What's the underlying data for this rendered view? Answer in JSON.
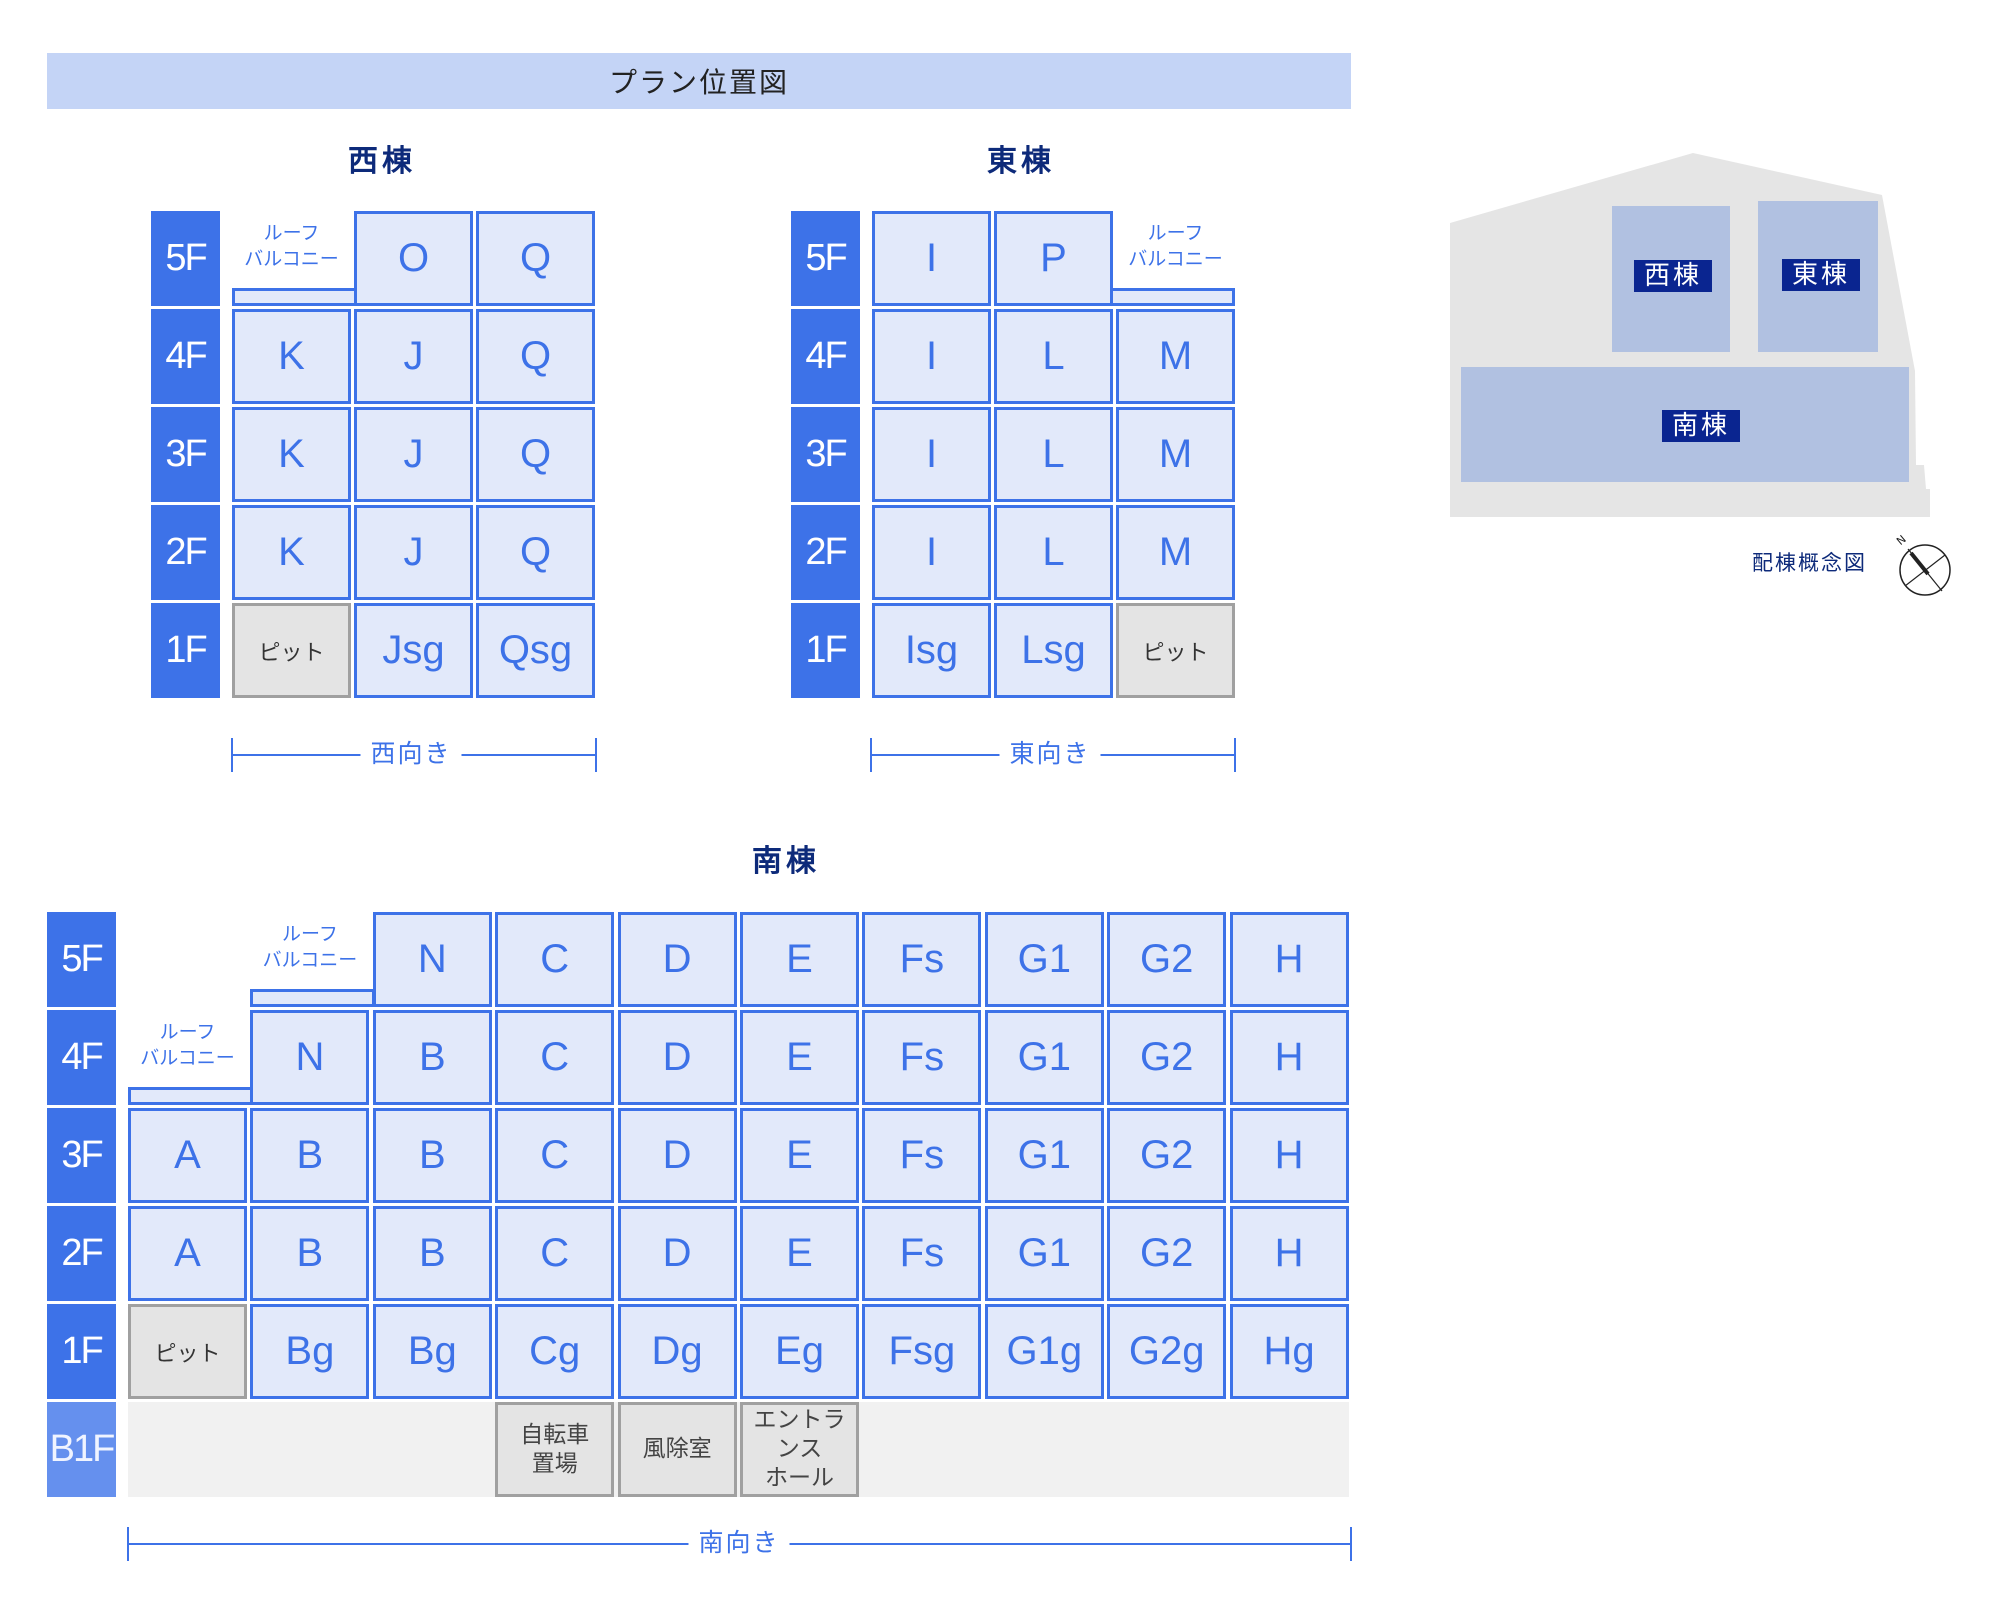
{
  "title": "プラン位置図",
  "buildings": {
    "west": {
      "name": "西棟",
      "direction": "西向き",
      "floors": [
        "5F",
        "4F",
        "3F",
        "2F",
        "1F"
      ],
      "rows": [
        [
          {
            "type": "balcony",
            "label": "ルーフ\nバルコニー"
          },
          {
            "type": "unit",
            "label": "O"
          },
          {
            "type": "unit",
            "label": "Q"
          }
        ],
        [
          {
            "type": "unit",
            "label": "K"
          },
          {
            "type": "unit",
            "label": "J"
          },
          {
            "type": "unit",
            "label": "Q"
          }
        ],
        [
          {
            "type": "unit",
            "label": "K"
          },
          {
            "type": "unit",
            "label": "J"
          },
          {
            "type": "unit",
            "label": "Q"
          }
        ],
        [
          {
            "type": "unit",
            "label": "K"
          },
          {
            "type": "unit",
            "label": "J"
          },
          {
            "type": "unit",
            "label": "Q"
          }
        ],
        [
          {
            "type": "pit",
            "label": "ピット"
          },
          {
            "type": "unit",
            "label": "Jsg"
          },
          {
            "type": "unit",
            "label": "Qsg"
          }
        ]
      ]
    },
    "east": {
      "name": "東棟",
      "direction": "東向き",
      "floors": [
        "5F",
        "4F",
        "3F",
        "2F",
        "1F"
      ],
      "rows": [
        [
          {
            "type": "unit",
            "label": "I"
          },
          {
            "type": "unit",
            "label": "P"
          },
          {
            "type": "balcony-r",
            "label": "ルーフ\nバルコニー"
          }
        ],
        [
          {
            "type": "unit",
            "label": "I"
          },
          {
            "type": "unit",
            "label": "L"
          },
          {
            "type": "unit",
            "label": "M"
          }
        ],
        [
          {
            "type": "unit",
            "label": "I"
          },
          {
            "type": "unit",
            "label": "L"
          },
          {
            "type": "unit",
            "label": "M"
          }
        ],
        [
          {
            "type": "unit",
            "label": "I"
          },
          {
            "type": "unit",
            "label": "L"
          },
          {
            "type": "unit",
            "label": "M"
          }
        ],
        [
          {
            "type": "unit",
            "label": "Isg"
          },
          {
            "type": "unit",
            "label": "Lsg"
          },
          {
            "type": "pit",
            "label": "ピット"
          }
        ]
      ]
    },
    "south": {
      "name": "南棟",
      "direction": "南向き",
      "floors": [
        "5F",
        "4F",
        "3F",
        "2F",
        "1F",
        "B1F"
      ],
      "rows": [
        [
          {
            "type": "empty"
          },
          {
            "type": "balcony",
            "label": "ルーフ\nバルコニー"
          },
          {
            "type": "unit",
            "label": "N"
          },
          {
            "type": "unit",
            "label": "C"
          },
          {
            "type": "unit",
            "label": "D"
          },
          {
            "type": "unit",
            "label": "E"
          },
          {
            "type": "unit",
            "label": "Fs"
          },
          {
            "type": "unit",
            "label": "G1"
          },
          {
            "type": "unit",
            "label": "G2"
          },
          {
            "type": "unit",
            "label": "H"
          }
        ],
        [
          {
            "type": "balcony",
            "label": "ルーフ\nバルコニー"
          },
          {
            "type": "unit",
            "label": "N"
          },
          {
            "type": "unit",
            "label": "B"
          },
          {
            "type": "unit",
            "label": "C"
          },
          {
            "type": "unit",
            "label": "D"
          },
          {
            "type": "unit",
            "label": "E"
          },
          {
            "type": "unit",
            "label": "Fs"
          },
          {
            "type": "unit",
            "label": "G1"
          },
          {
            "type": "unit",
            "label": "G2"
          },
          {
            "type": "unit",
            "label": "H"
          }
        ],
        [
          {
            "type": "unit",
            "label": "A"
          },
          {
            "type": "unit",
            "label": "B"
          },
          {
            "type": "unit",
            "label": "B"
          },
          {
            "type": "unit",
            "label": "C"
          },
          {
            "type": "unit",
            "label": "D"
          },
          {
            "type": "unit",
            "label": "E"
          },
          {
            "type": "unit",
            "label": "Fs"
          },
          {
            "type": "unit",
            "label": "G1"
          },
          {
            "type": "unit",
            "label": "G2"
          },
          {
            "type": "unit",
            "label": "H"
          }
        ],
        [
          {
            "type": "unit",
            "label": "A"
          },
          {
            "type": "unit",
            "label": "B"
          },
          {
            "type": "unit",
            "label": "B"
          },
          {
            "type": "unit",
            "label": "C"
          },
          {
            "type": "unit",
            "label": "D"
          },
          {
            "type": "unit",
            "label": "E"
          },
          {
            "type": "unit",
            "label": "Fs"
          },
          {
            "type": "unit",
            "label": "G1"
          },
          {
            "type": "unit",
            "label": "G2"
          },
          {
            "type": "unit",
            "label": "H"
          }
        ],
        [
          {
            "type": "pit",
            "label": "ピット"
          },
          {
            "type": "unit",
            "label": "Bg"
          },
          {
            "type": "unit",
            "label": "Bg"
          },
          {
            "type": "unit",
            "label": "Cg"
          },
          {
            "type": "unit",
            "label": "Dg"
          },
          {
            "type": "unit",
            "label": "Eg"
          },
          {
            "type": "unit",
            "label": "Fsg"
          },
          {
            "type": "unit",
            "label": "G1g"
          },
          {
            "type": "unit",
            "label": "G2g"
          },
          {
            "type": "unit",
            "label": "Hg"
          }
        ],
        [
          {
            "type": "band"
          },
          {
            "type": "band"
          },
          {
            "type": "band"
          },
          {
            "type": "common",
            "label": "自転車\n置場"
          },
          {
            "type": "common",
            "label": "風除室"
          },
          {
            "type": "common",
            "label": "エントランス\nホール"
          },
          {
            "type": "band"
          },
          {
            "type": "band"
          },
          {
            "type": "band"
          },
          {
            "type": "band"
          }
        ]
      ]
    }
  },
  "site_map": {
    "caption": "配棟概念図",
    "labels": {
      "west": "西棟",
      "east": "東棟",
      "south": "南棟"
    },
    "compass_label": "N",
    "colors": {
      "ground": "#e5e5e5",
      "building": "#b1c1e1",
      "tag": "#0a2590"
    }
  },
  "colors": {
    "accent": "#3d72e8",
    "cell": "#e2e9fa",
    "pit": "#e4e4e4",
    "header": "#c4d4f6"
  }
}
